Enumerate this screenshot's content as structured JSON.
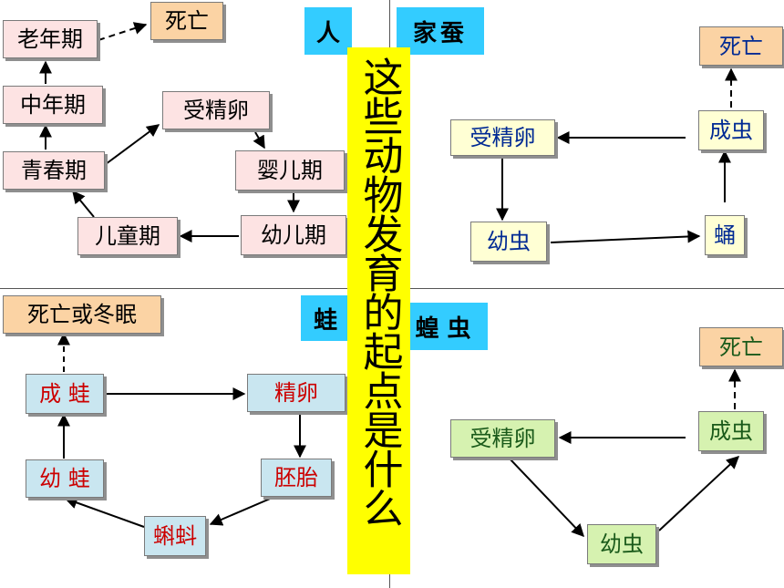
{
  "title": "这些动物发育的起点是什么",
  "human": {
    "label": "人",
    "death": "死亡",
    "old_age": "老年期",
    "middle_age": "中年期",
    "youth": "青春期",
    "fertilized_egg": "受精卵",
    "infancy": "婴儿期",
    "early_childhood": "幼儿期",
    "childhood": "儿童期"
  },
  "silkworm": {
    "label": "家蚕",
    "death": "死亡",
    "fertilized_egg": "受精卵",
    "adult": "成虫",
    "larva": "幼虫",
    "pupa": "蛹"
  },
  "frog": {
    "label": "蛙",
    "death": "死亡或冬眠",
    "adult": "成 蛙",
    "gametes": "精卵",
    "young": "幼 蛙",
    "embryo": "胚胎",
    "tadpole": "蝌蚪"
  },
  "locust": {
    "label": "蝗 虫",
    "death": "死亡",
    "fertilized_egg": "受精卵",
    "adult": "成虫",
    "larva": "幼虫"
  }
}
